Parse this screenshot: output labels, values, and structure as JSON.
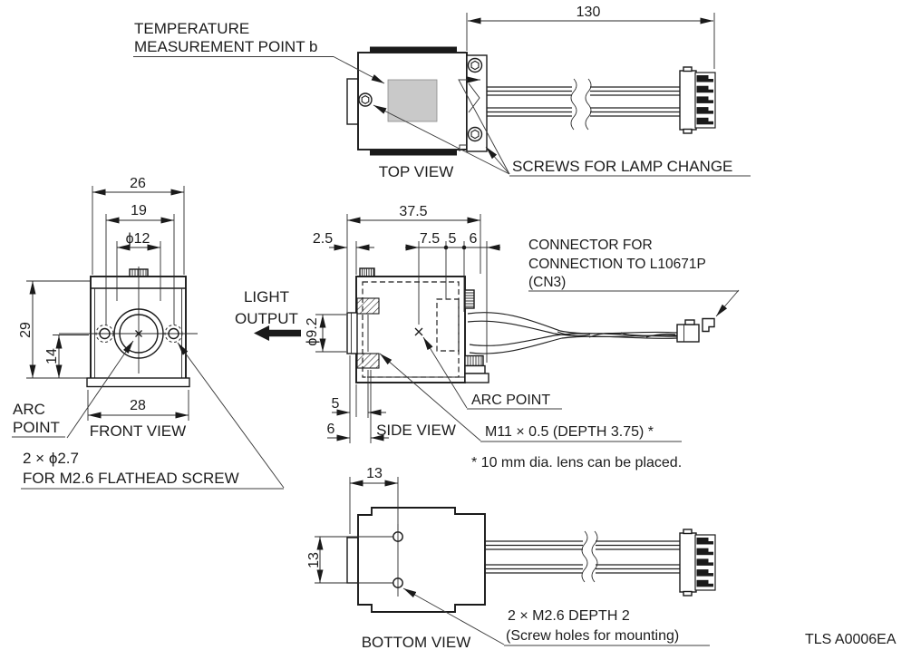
{
  "colors": {
    "line": "#1a1a1a",
    "thin_line": "#2a2a2a",
    "leader_line": "#3c3c3c",
    "temp_point_fill": "#c9c9c9",
    "text": "#1c1c1c",
    "background": "#ffffff"
  },
  "labels": {
    "temperature_line1": "TEMPERATURE",
    "temperature_line2": "MEASUREMENT POINT b",
    "screws": "SCREWS FOR LAMP CHANGE",
    "top_view": "TOP VIEW",
    "front_view": "FRONT VIEW",
    "side_view": "SIDE VIEW",
    "bottom_view": "BOTTOM VIEW",
    "light_line1": "LIGHT",
    "light_line2": "OUTPUT",
    "arc_line1": "ARC",
    "arc_line2": "POINT",
    "arc_point_side": "ARC POINT",
    "connector_line1": "CONNECTOR FOR",
    "connector_line2": "CONNECTION TO L10671P",
    "connector_line3": "(CN3)",
    "m11": "M11 × 0.5 (DEPTH 3.75) *",
    "lens_note": "* 10 mm dia. lens can be placed.",
    "phi27_line1": "2 × ϕ2.7",
    "phi27_line2": "FOR M2.6 FLATHEAD SCREW",
    "m26_line1": "2 × M2.6 DEPTH 2",
    "m26_line2": "(Screw holes for mounting)",
    "doc_code": "TLS A0006EA"
  },
  "dims": {
    "cable_length": "130",
    "front_width": "26",
    "front_hole_spacing": "19",
    "front_aperture": "ϕ12",
    "front_height": "29",
    "front_center_height": "14",
    "front_base_width": "28",
    "side_width": "37.5",
    "side_lens_offset": "2.5",
    "side_d75": "7.5",
    "side_d5_chain": "5",
    "side_d6_chain": "6",
    "side_lens_dia": "ϕ9.2",
    "side_d5": "5",
    "side_d6": "6",
    "bottom_hole_x": "13",
    "bottom_hole_y": "13"
  }
}
